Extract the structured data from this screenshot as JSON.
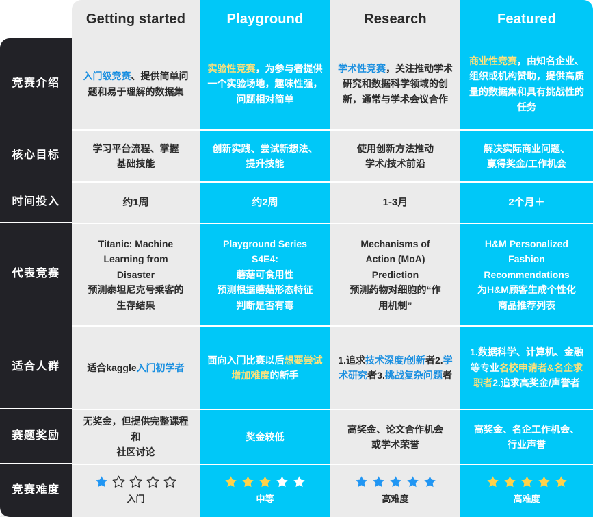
{
  "header": {
    "corner_label": "",
    "columns": [
      {
        "label": "Getting started",
        "theme": "gray"
      },
      {
        "label": "Playground",
        "theme": "cyan"
      },
      {
        "label": "Research",
        "theme": "gray"
      },
      {
        "label": "Featured",
        "theme": "cyan"
      }
    ]
  },
  "accent": {
    "cyan": "#00c8f8",
    "gray": "#ebebeb",
    "dark": "#222227",
    "highlight_blue": "#1a8fe0",
    "highlight_yellow": "#ffe17a",
    "star_blue": "#2196f3",
    "star_yellow": "#ffd24a",
    "star_white": "#ffffff",
    "star_outline": "#2b2b2b"
  },
  "rows": [
    {
      "label": "竞赛介绍",
      "cells": [
        {
          "parts": [
            {
              "t": "入门级竞赛",
              "hl": "blue"
            },
            {
              "t": "、提供简单问题和易于理解的数据集"
            }
          ]
        },
        {
          "parts": [
            {
              "t": "实验性竞赛",
              "hl": "yellow"
            },
            {
              "t": "，为参与者提供一个实验场地，趣味性强，问题相对简单"
            }
          ]
        },
        {
          "parts": [
            {
              "t": "学术性竞赛",
              "hl": "blue"
            },
            {
              "t": "，关注推动学术研究和数据科学领域的创新，通常与学术会议合作"
            }
          ]
        },
        {
          "parts": [
            {
              "t": "商业性竞赛",
              "hl": "yellow"
            },
            {
              "t": "，由知名企业、组织或机构赞助，提供高质量的数据集和具有挑战性的任务"
            }
          ]
        }
      ]
    },
    {
      "label": "核心目标",
      "cells": [
        {
          "lines": [
            "学习平台流程、掌握",
            "基础技能"
          ]
        },
        {
          "lines": [
            "创新实践、尝试新想法、",
            "提升技能"
          ]
        },
        {
          "lines": [
            "使用创新方法推动",
            "学术/技术前沿"
          ]
        },
        {
          "lines": [
            "解决实际商业问题、",
            "赢得奖金/工作机会"
          ]
        }
      ]
    },
    {
      "label": "时间投入",
      "cells": [
        {
          "lines": [
            "约1周"
          ]
        },
        {
          "lines": [
            "约2周"
          ]
        },
        {
          "lines": [
            "1-3月"
          ]
        },
        {
          "lines": [
            "2个月＋"
          ]
        }
      ]
    },
    {
      "label": "代表竞赛",
      "cells": [
        {
          "lines": [
            "Titanic: Machine",
            "Learning from",
            "Disaster",
            "预测泰坦尼克号乘客的",
            "生存结果"
          ]
        },
        {
          "lines": [
            "Playground Series",
            "S4E4:",
            "蘑菇可食用性",
            "预测根据蘑菇形态特征",
            "判断是否有毒"
          ]
        },
        {
          "lines": [
            "Mechanisms of",
            "Action (MoA)",
            "Prediction",
            "预测药物对细胞的“作",
            "用机制”"
          ]
        },
        {
          "lines": [
            "H&M Personalized",
            "Fashion",
            "Recommendations",
            "为H&M顾客生成个性化",
            "商品推荐列表"
          ]
        }
      ]
    },
    {
      "label": "适合人群",
      "cells": [
        {
          "parts": [
            {
              "t": "适合kaggle"
            },
            {
              "t": "入门初学者",
              "hl": "blue"
            }
          ]
        },
        {
          "parts": [
            {
              "t": "面向入门比赛以后"
            },
            {
              "t": "想要尝试增加难度",
              "hl": "yellow"
            },
            {
              "t": "的新手"
            }
          ]
        },
        {
          "parts": [
            {
              "t": "1.追求"
            },
            {
              "t": "技术深度/创新",
              "hl": "blue"
            },
            {
              "t": "者"
            },
            {
              "t": "2."
            },
            {
              "t": "学术研究",
              "hl": "blue"
            },
            {
              "t": "者"
            },
            {
              "t": "3."
            },
            {
              "t": "挑战复杂问题",
              "hl": "blue"
            },
            {
              "t": "者"
            }
          ]
        },
        {
          "parts": [
            {
              "t": "1.数据科学、计算机、金融等专业"
            },
            {
              "t": "名校申请者&名企求职者",
              "hl": "yellow"
            },
            {
              "t": "2.追求高奖金/声誉者"
            }
          ]
        }
      ]
    },
    {
      "label": "赛题奖励",
      "cells": [
        {
          "lines": [
            "无奖金，但提供完整课程和",
            "社区讨论"
          ]
        },
        {
          "lines": [
            "奖金较低"
          ]
        },
        {
          "lines": [
            "高奖金、论文合作机会",
            "或学术荣誉"
          ]
        },
        {
          "lines": [
            "高奖金、名企工作机会、",
            "行业声誉"
          ]
        }
      ]
    },
    {
      "label": "竞赛难度",
      "cells": [
        {
          "rating": {
            "filled": 1,
            "total": 5,
            "fill_color": "#2196f3",
            "rest_style": "outline",
            "caption": "入门"
          }
        },
        {
          "rating": {
            "filled": 3,
            "total": 5,
            "fill_color": "#ffd24a",
            "rest_style": "white",
            "caption": "中等"
          }
        },
        {
          "rating": {
            "filled": 5,
            "total": 5,
            "fill_color": "#2196f3",
            "rest_style": "none",
            "caption": "高难度"
          }
        },
        {
          "rating": {
            "filled": 5,
            "total": 5,
            "fill_color": "#ffd24a",
            "rest_style": "none",
            "caption": "高难度"
          }
        }
      ]
    }
  ]
}
